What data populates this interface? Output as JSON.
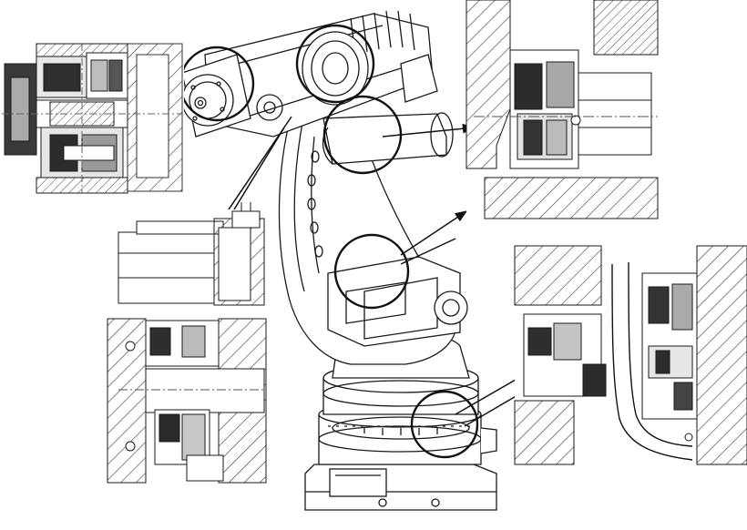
{
  "diagram": {
    "subject": "industrial-robot-arm-line-drawing",
    "colors": {
      "background": "#ffffff",
      "line": "#1a1a1a",
      "light_line": "#555555",
      "hatch": "#444444",
      "dark_fill": "#2b2b2b",
      "mid_fill": "#9a9a9a",
      "light_fill": "#e6e6e6"
    },
    "callouts": [
      {
        "id": "wrist-gearbox",
        "detail": "detail-top-left"
      },
      {
        "id": "forearm-motor-gear",
        "detail": "detail-left-middle"
      },
      {
        "id": "elbow-bearing",
        "detail": "detail-top-right"
      },
      {
        "id": "shoulder-joint",
        "detail": "detail-top-right"
      },
      {
        "id": "base-swivel-bearing",
        "detail": "detail-bottom-right"
      }
    ]
  }
}
